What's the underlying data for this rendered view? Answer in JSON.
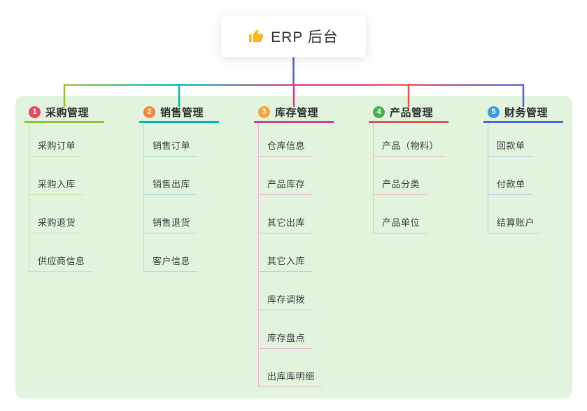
{
  "root": {
    "label": "ERP 后台",
    "icon": "thumbs-up-icon"
  },
  "colors": {
    "canvas_bg": "#e2f4de",
    "root_connector": "#4f63d2",
    "icon_yellow": "#f5b729"
  },
  "branches": [
    {
      "number": "1",
      "label": "采购管理",
      "line_color": "#94c13d",
      "light_color": "#cfe3a0",
      "badge_color": "#e8485e",
      "children": [
        "采购订单",
        "采购入库",
        "采购退货",
        "供应商信息"
      ]
    },
    {
      "number": "2",
      "label": "销售管理",
      "line_color": "#00b8b0",
      "light_color": "#a5e0dc",
      "badge_color": "#f0873f",
      "children": [
        "销售订单",
        "销售出库",
        "销售退货",
        "客户信息"
      ]
    },
    {
      "number": "3",
      "label": "库存管理",
      "line_color": "#d63c8c",
      "light_color": "#eebad6",
      "badge_color": "#f7a23b",
      "children": [
        "仓库信息",
        "产品库存",
        "其它出库",
        "其它入库",
        "库存调拨",
        "库存盘点",
        "出库库明细"
      ]
    },
    {
      "number": "4",
      "label": "产品管理",
      "line_color": "#e25252",
      "light_color": "#f2bcbc",
      "badge_color": "#46b14d",
      "children": [
        "产品（物料）",
        "产品分类",
        "产品单位"
      ]
    },
    {
      "number": "5",
      "label": "财务管理",
      "line_color": "#4a68d8",
      "light_color": "#bdc9ef",
      "badge_color": "#3f9be2",
      "children": [
        "回款单",
        "付款单",
        "结算账户"
      ]
    }
  ]
}
